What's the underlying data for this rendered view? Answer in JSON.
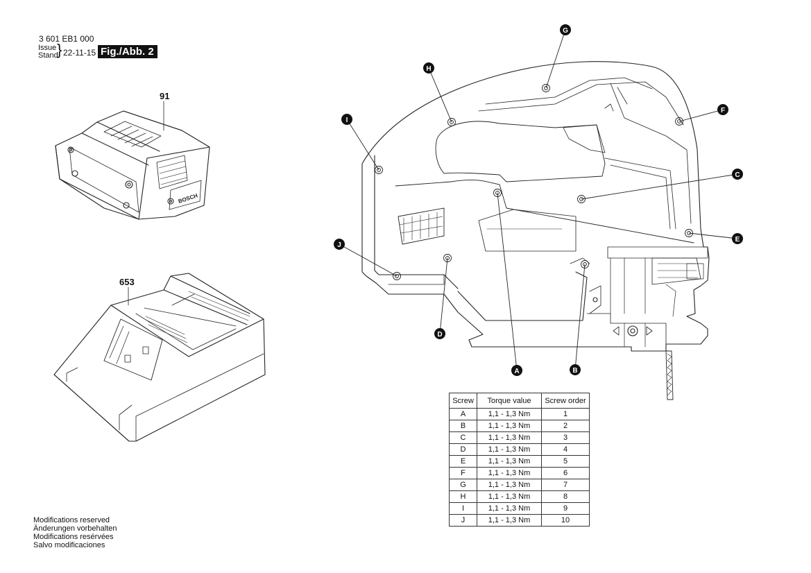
{
  "header": {
    "doc_number": "3 601 EB1 000",
    "issue_label": "Issue",
    "stand_label": "Stand",
    "issue_date": "22-11-15",
    "figure_label": "Fig./Abb. 2"
  },
  "parts": {
    "battery_number": "91",
    "charger_number": "653",
    "battery_brand_text": "BOSCH"
  },
  "callouts": [
    "A",
    "B",
    "C",
    "D",
    "E",
    "F",
    "G",
    "H",
    "I",
    "J"
  ],
  "torque_table": {
    "headers": [
      "Screw",
      "Torque value",
      "Screw order"
    ],
    "rows": [
      [
        "A",
        "1,1 - 1,3 Nm",
        "1"
      ],
      [
        "B",
        "1,1 - 1,3 Nm",
        "2"
      ],
      [
        "C",
        "1,1 - 1,3 Nm",
        "3"
      ],
      [
        "D",
        "1,1 - 1,3 Nm",
        "4"
      ],
      [
        "E",
        "1,1 - 1,3 Nm",
        "5"
      ],
      [
        "F",
        "1,1 - 1,3 Nm",
        "6"
      ],
      [
        "G",
        "1,1 - 1,3 Nm",
        "7"
      ],
      [
        "H",
        "1,1 - 1,3 Nm",
        "8"
      ],
      [
        "I",
        "1,1 - 1,3 Nm",
        "9"
      ],
      [
        "J",
        "1,1 - 1,3 Nm",
        "10"
      ]
    ]
  },
  "notes": [
    "Modifications reserved",
    "Änderungen vorbehalten",
    "Modifications resérvées",
    "Salvo modificaciones"
  ],
  "colors": {
    "ink": "#111111",
    "background": "#ffffff"
  }
}
